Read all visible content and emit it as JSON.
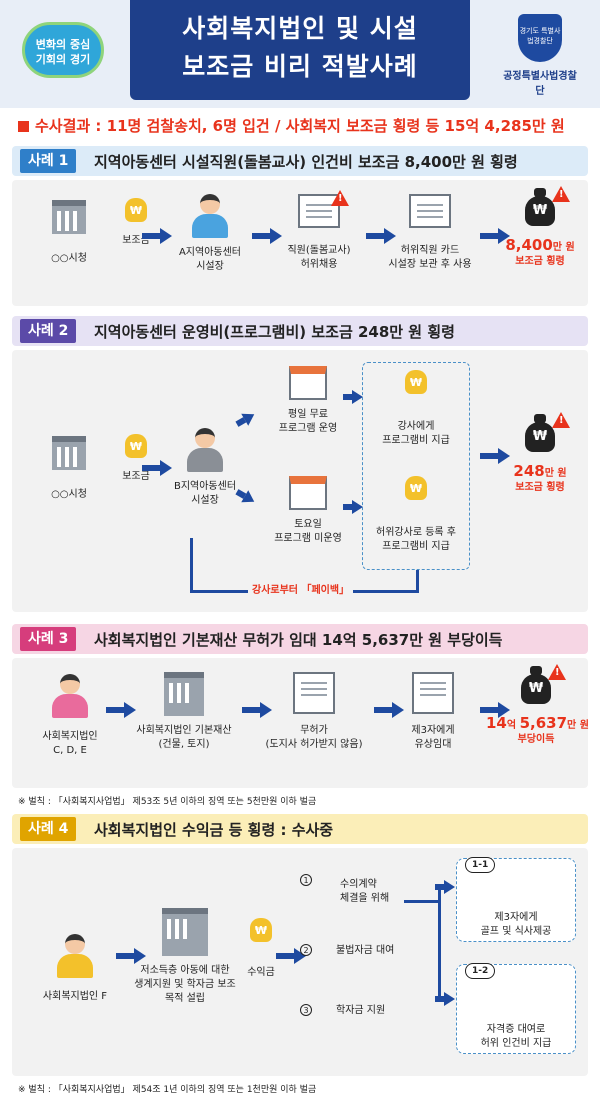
{
  "header": {
    "title_line1": "사회복지법인 및 시설",
    "title_line2": "보조금 비리 적발사례",
    "left_logo_line1": "변화의 중심",
    "left_logo_line2": "기회의 경기",
    "right_logo_shield": "경기도 특별사법경찰단",
    "right_logo_caption": "공정특별사법경찰단"
  },
  "result": "수사결과 : 11명 검찰송치, 6명 입건 / 사회복지 보조금 횡령 등 15억 4,285만 원",
  "case1": {
    "badge": "사례 1",
    "title": "지역아동센터 시설직원(돌봄교사) 인건비 보조금 8,400만 원 횡령",
    "city": "○○시청",
    "subsidy": "보조금",
    "head_line1": "A지역아동센터",
    "head_line2": "시설장",
    "staff_line1": "직원(돌봄교사)",
    "staff_line2": "허위채용",
    "card_line1": "허위직원 카드",
    "card_line2": "시설장 보관 후 사용",
    "amount": "8,400",
    "amount_unit": "만 원",
    "amount_desc": "보조금 횡령"
  },
  "case2": {
    "badge": "사례 2",
    "title": "지역아동센터 운영비(프로그램비) 보조금 248만 원 횡령",
    "city": "○○시청",
    "subsidy": "보조금",
    "head_line1": "B지역아동센터",
    "head_line2": "시설장",
    "weekday_line1": "평일 무료",
    "weekday_line2": "프로그램 운영",
    "saturday_line1": "토요일",
    "saturday_line2": "프로그램 미운영",
    "pay_line1": "강사에게",
    "pay_line2": "프로그램비 지급",
    "fake_line1": "허위강사로 등록 후",
    "fake_line2": "프로그램비 지급",
    "payback": "강사로부터 「페이백」",
    "amount": "248",
    "amount_unit": "만 원",
    "amount_desc": "보조금 횡령"
  },
  "case3": {
    "badge": "사례 3",
    "title": "사회복지법인 기본재산 무허가 임대 14억 5,637만 원 부당이득",
    "corp_line1": "사회복지법인",
    "corp_line2": "C, D, E",
    "asset_line1": "사회복지법인 기본재산",
    "asset_line2": "(건물, 토지)",
    "noperm_line1": "무허가",
    "noperm_line2": "(도지사 허가받지 않음)",
    "lease_line1": "제3자에게",
    "lease_line2": "유상임대",
    "amount_big": "14",
    "amount_mid": "억 ",
    "amount_num": "5,637",
    "amount_unit": "만 원",
    "amount_desc": "부당이득",
    "penalty": "※ 벌칙 : 「사회복지사업법」 제53조 5년 이하의 징역 또는 5천만원 이하 벌금"
  },
  "case4": {
    "badge": "사례 4",
    "title": "사회복지법인 수익금 등 횡령 : 수사중",
    "corp": "사회복지법인 F",
    "found_line1": "저소득층 아동에 대한",
    "found_line2": "생계지원 및 학자금 보조",
    "found_line3": "목적 설립",
    "income": "수익금",
    "use1_line1": "수의계약",
    "use1_line2": "체결을 위해",
    "use2": "불법자금 대여",
    "use3": "학자금 지원",
    "n1": "1",
    "n2": "2",
    "n3": "3",
    "box1_tag": "1-1",
    "box1_line1": "제3자에게",
    "box1_line2": "골프 및 식사제공",
    "box2_tag": "1-2",
    "box2_line1": "자격증 대여로",
    "box2_line2": "허위 인건비 지급",
    "penalty": "※ 벌칙 : 「사회복지사업법」 제54조 1년 이하의 징역 또는 1천만원 이하 벌금"
  },
  "icons": {
    "won": "₩",
    "warn": "!"
  },
  "colors": {
    "case1": "#7fb8e6",
    "case2": "#a99fd6",
    "case3": "#e88fb5",
    "case4": "#f3c12b",
    "accent": "#e8331c",
    "navy": "#1e3f8a"
  }
}
